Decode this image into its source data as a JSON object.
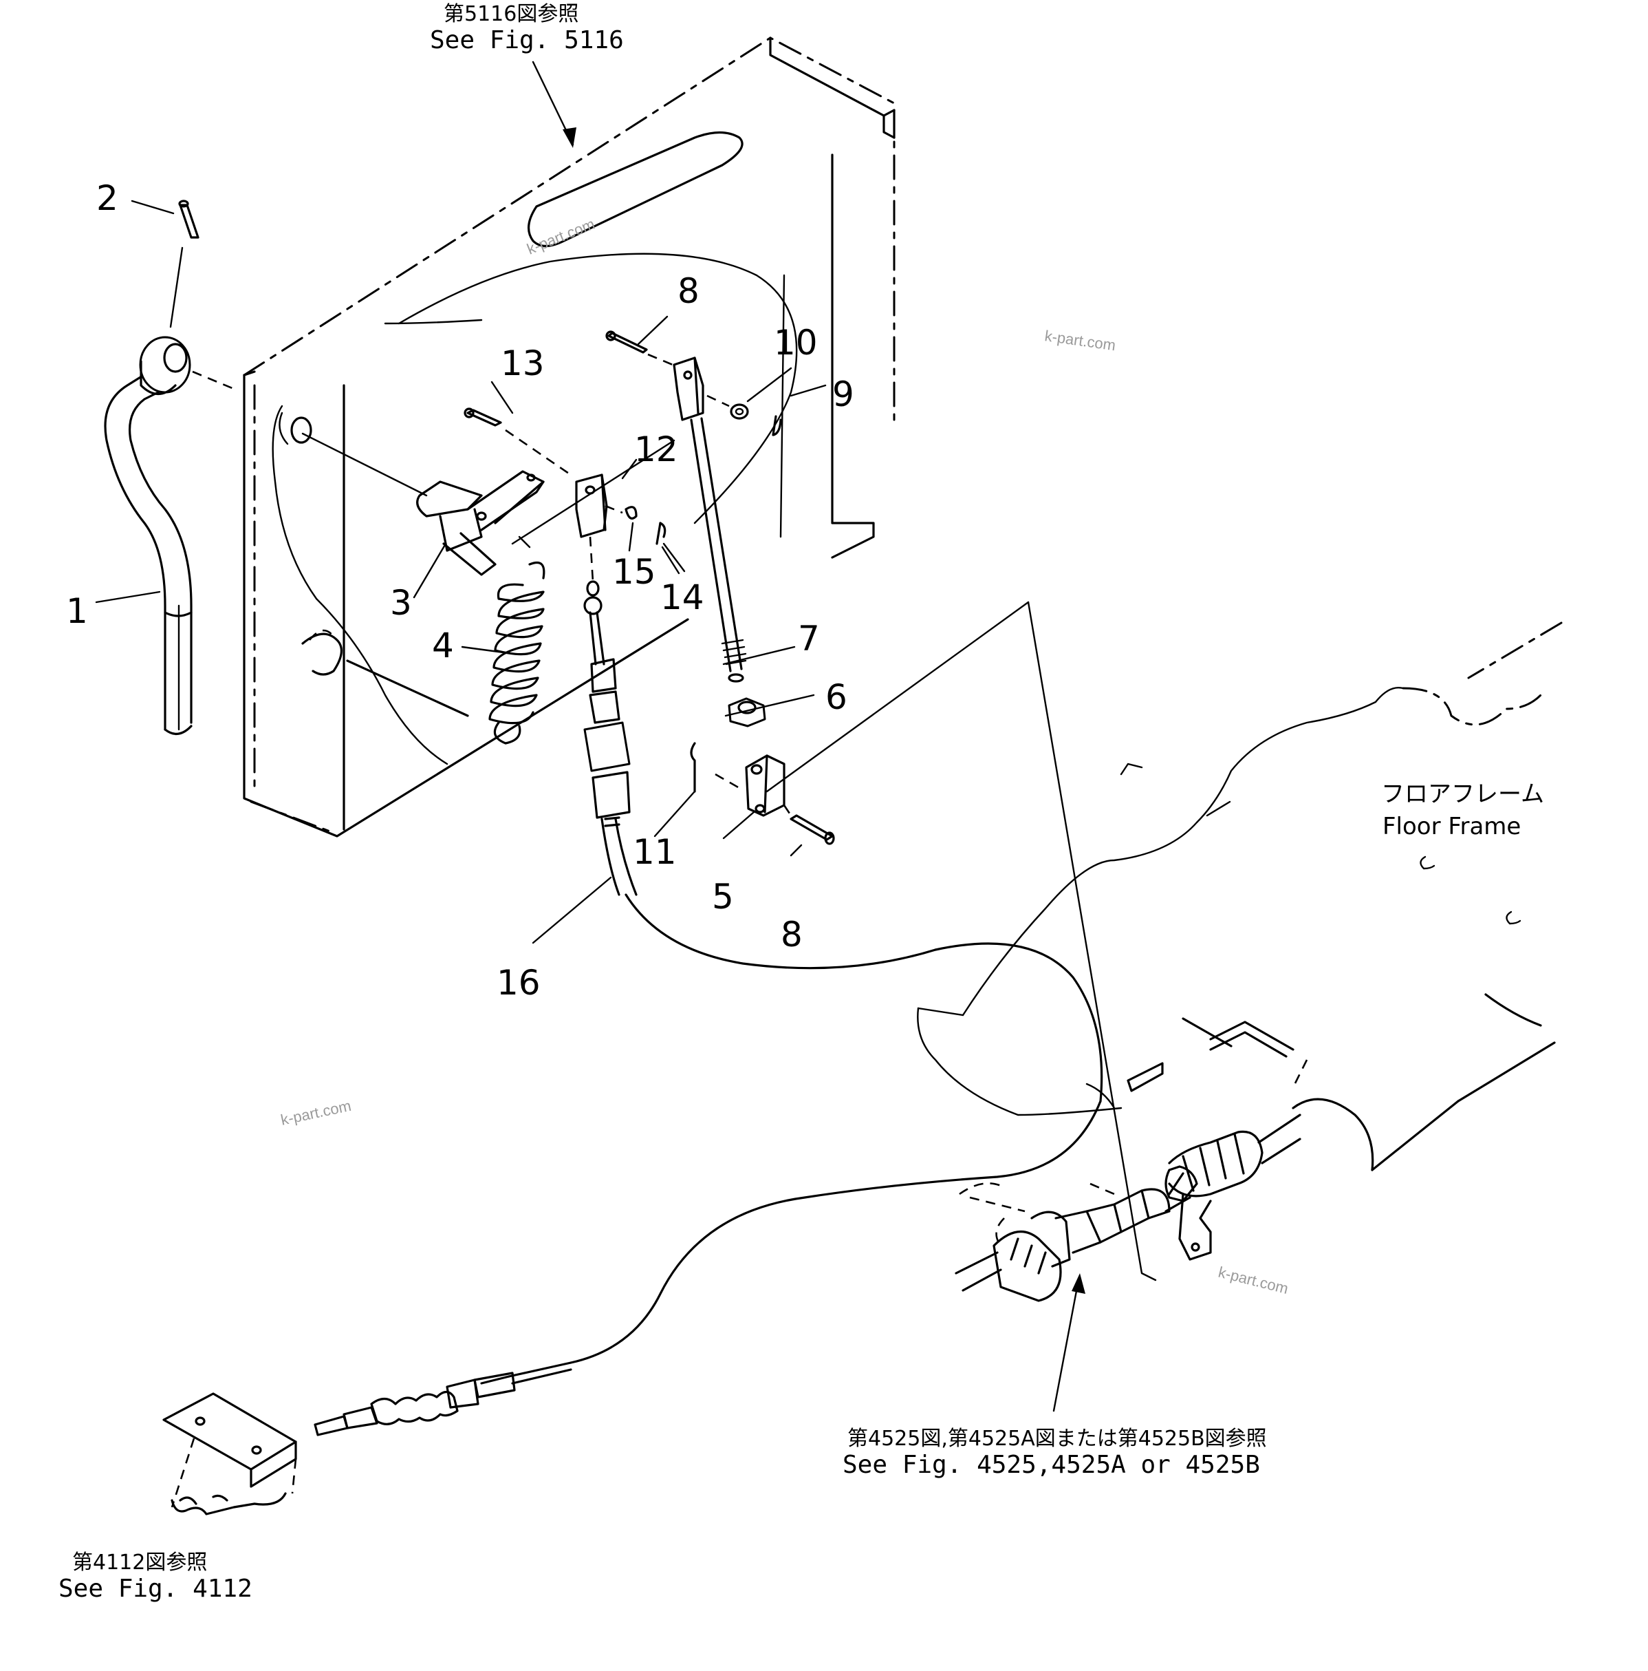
{
  "diagram": {
    "parts": [
      {
        "id": "1",
        "label": "1"
      },
      {
        "id": "2",
        "label": "2"
      },
      {
        "id": "3",
        "label": "3"
      },
      {
        "id": "4",
        "label": "4"
      },
      {
        "id": "5",
        "label": "5"
      },
      {
        "id": "6",
        "label": "6"
      },
      {
        "id": "7",
        "label": "7"
      },
      {
        "id": "8a",
        "label": "8"
      },
      {
        "id": "8b",
        "label": "8"
      },
      {
        "id": "9",
        "label": "9"
      },
      {
        "id": "10",
        "label": "10"
      },
      {
        "id": "11",
        "label": "11"
      },
      {
        "id": "12",
        "label": "12"
      },
      {
        "id": "13",
        "label": "13"
      },
      {
        "id": "14",
        "label": "14"
      },
      {
        "id": "15",
        "label": "15"
      },
      {
        "id": "16",
        "label": "16"
      }
    ],
    "references": {
      "fig5116": {
        "jp": "第5116図参照",
        "en": "See Fig. 5116"
      },
      "fig4525": {
        "jp": "第4525図,第4525A図または第4525B図参照",
        "en": "See Fig. 4525,4525A or 4525B"
      },
      "fig4112": {
        "jp": "第4112図参照",
        "en": "See Fig. 4112"
      }
    },
    "floor_frame": {
      "jp": "フロアフレーム",
      "en": "Floor Frame"
    },
    "watermark": "k-part.com"
  }
}
